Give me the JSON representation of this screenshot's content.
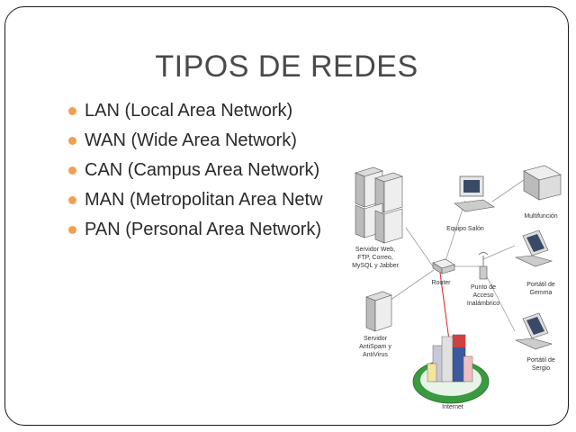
{
  "slide": {
    "title": "TIPOS DE REDES",
    "bullets": [
      "LAN (Local Area Network)",
      "WAN (Wide Area Network)",
      "CAN (Campus Area Network)",
      "MAN (Metropolitan Area Netw",
      "PAN (Personal Area Network)"
    ],
    "bullet_color": "#f0a050"
  },
  "diagram": {
    "server_label": [
      "Servidor Web,",
      "FTP, Correo,",
      "MySQL y Jabber"
    ],
    "router_label": "Router",
    "equipo_label": "Equipo Salón",
    "multi_label": "Multifunción",
    "ap_label": [
      "Punto de",
      "Acceso",
      "Inalámbrico"
    ],
    "laptop1_label": [
      "Portátil de",
      "Gemma"
    ],
    "laptop2_label": [
      "Portátil de",
      "Sergio"
    ],
    "antispam_label": [
      "Servidor",
      "AntiSpam y",
      "AntiVirus"
    ],
    "internet_label": "Internet"
  }
}
